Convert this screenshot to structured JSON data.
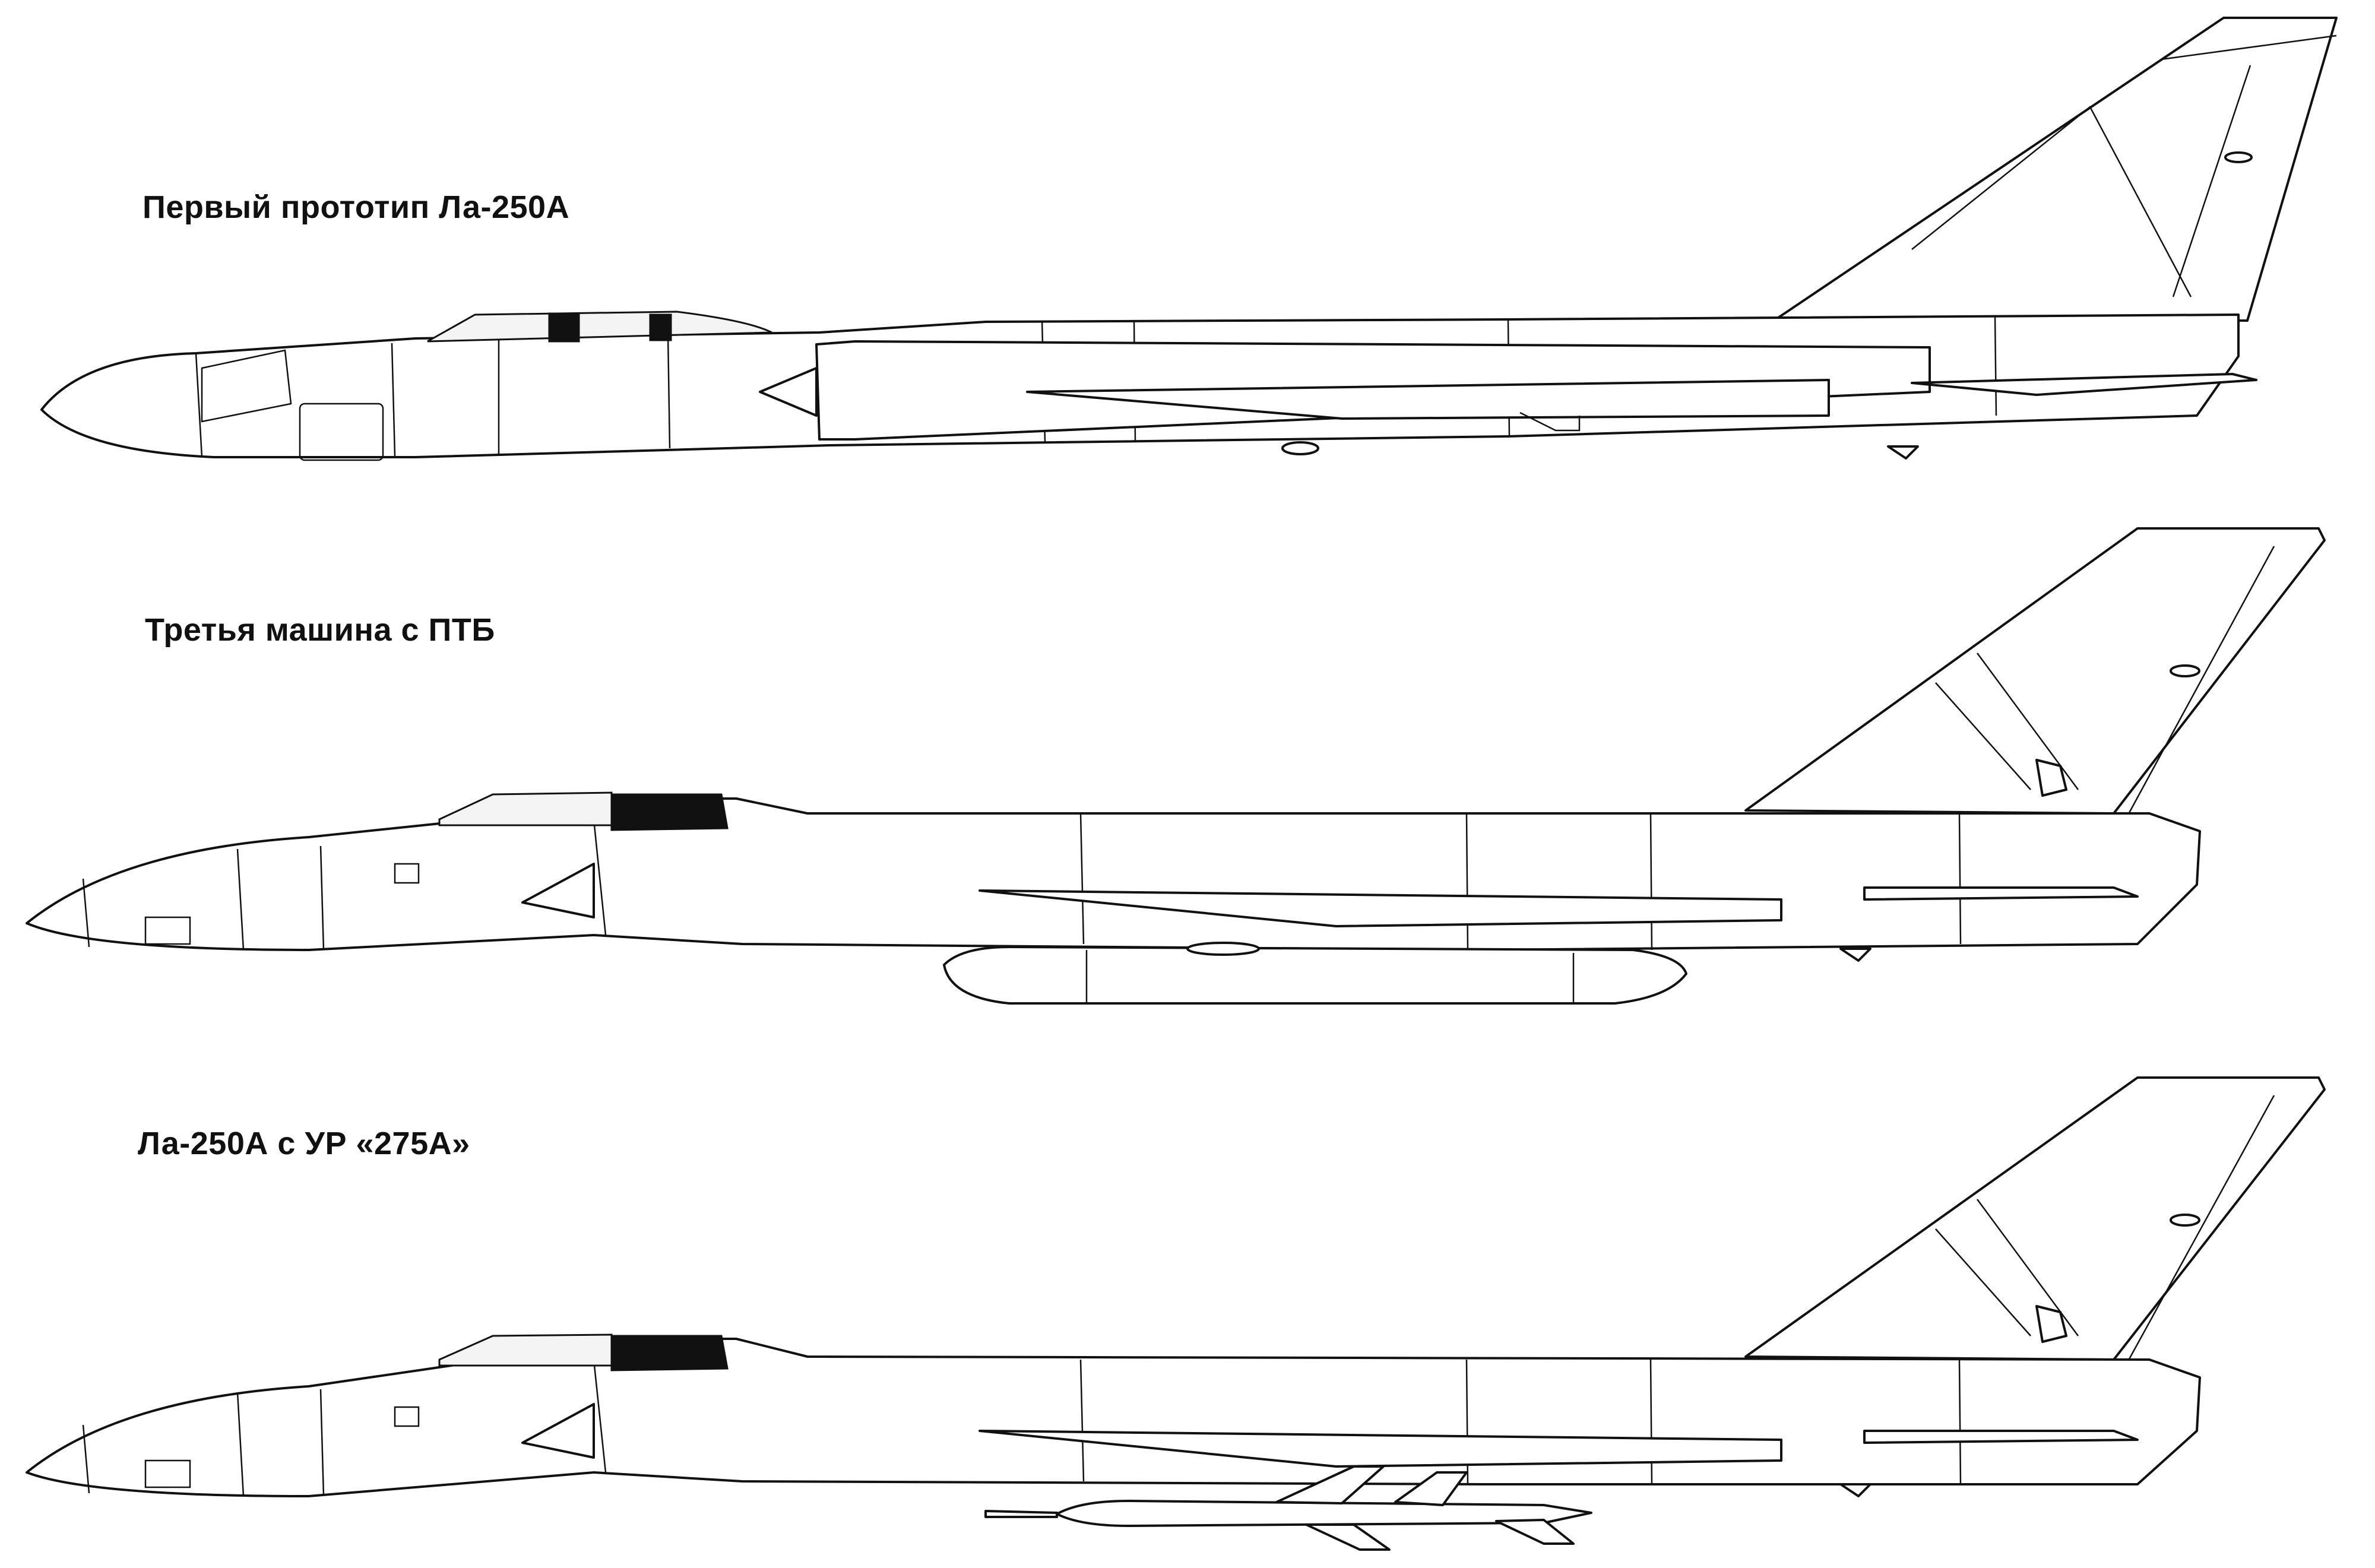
{
  "captions": {
    "first": "Первый прототип Ла-250А",
    "second": "Третья машина с ПТБ",
    "third": "Ла-250А с УР «275А»"
  },
  "colors": {
    "ink": "#111111",
    "paper": "#ffffff"
  }
}
